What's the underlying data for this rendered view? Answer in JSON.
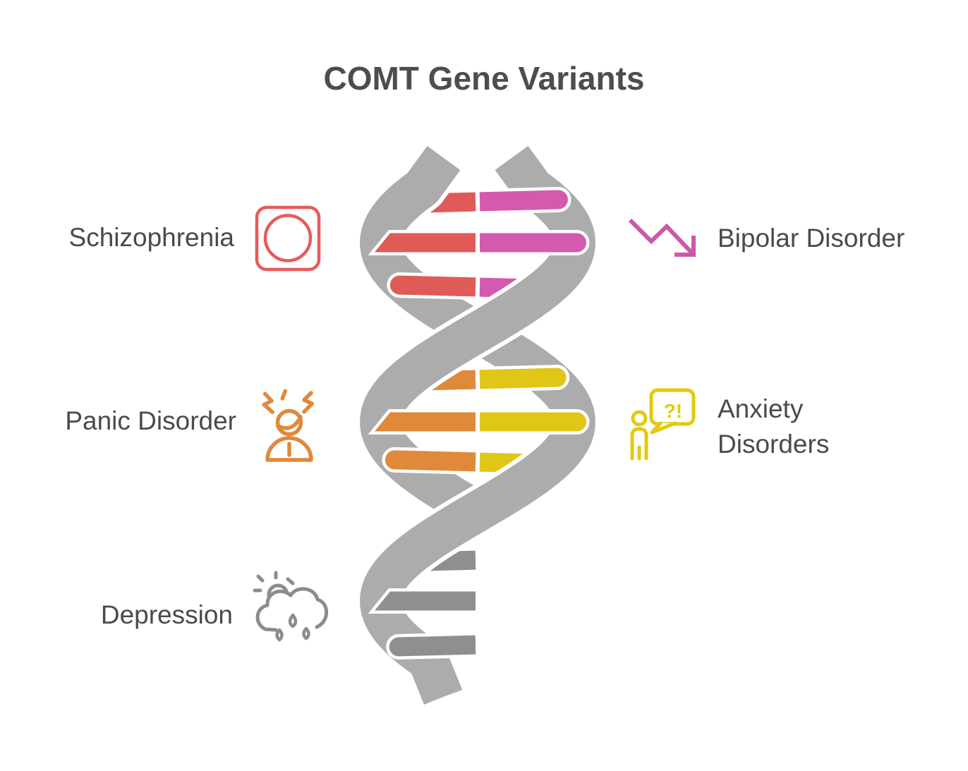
{
  "title": "COMT Gene Variants",
  "labels": {
    "schizophrenia": "Schizophrenia",
    "panic": "Panic Disorder",
    "depression": "Depression",
    "bipolar": "Bipolar Disorder",
    "anxiety_line1": "Anxiety",
    "anxiety_line2": "Disorders"
  },
  "anxiety_bubble": "?!",
  "colors": {
    "title_text": "#4D4D4D",
    "label_text": "#4A4A4A",
    "ribbon_gray": "#ACACAC",
    "rung_red": "#E05A58",
    "rung_pink": "#D459AF",
    "rung_orange": "#E0893B",
    "rung_yellow": "#E0C616",
    "rung_gray": "#8F8F8F",
    "icon_red": "#E85A5B",
    "icon_pink": "#CB58A8",
    "icon_orange": "#E0893C",
    "icon_yellow": "#E2CA0E",
    "icon_gray": "#8C8C8C"
  },
  "dna": {
    "sections": [
      {
        "name": "top",
        "rung_count": 3,
        "left_color": "rung_red",
        "right_color": "rung_pink"
      },
      {
        "name": "middle",
        "rung_count": 3,
        "left_color": "rung_orange",
        "right_color": "rung_yellow"
      },
      {
        "name": "bottom",
        "rung_count": 3,
        "left_color": "rung_gray",
        "right_color": null
      }
    ]
  }
}
